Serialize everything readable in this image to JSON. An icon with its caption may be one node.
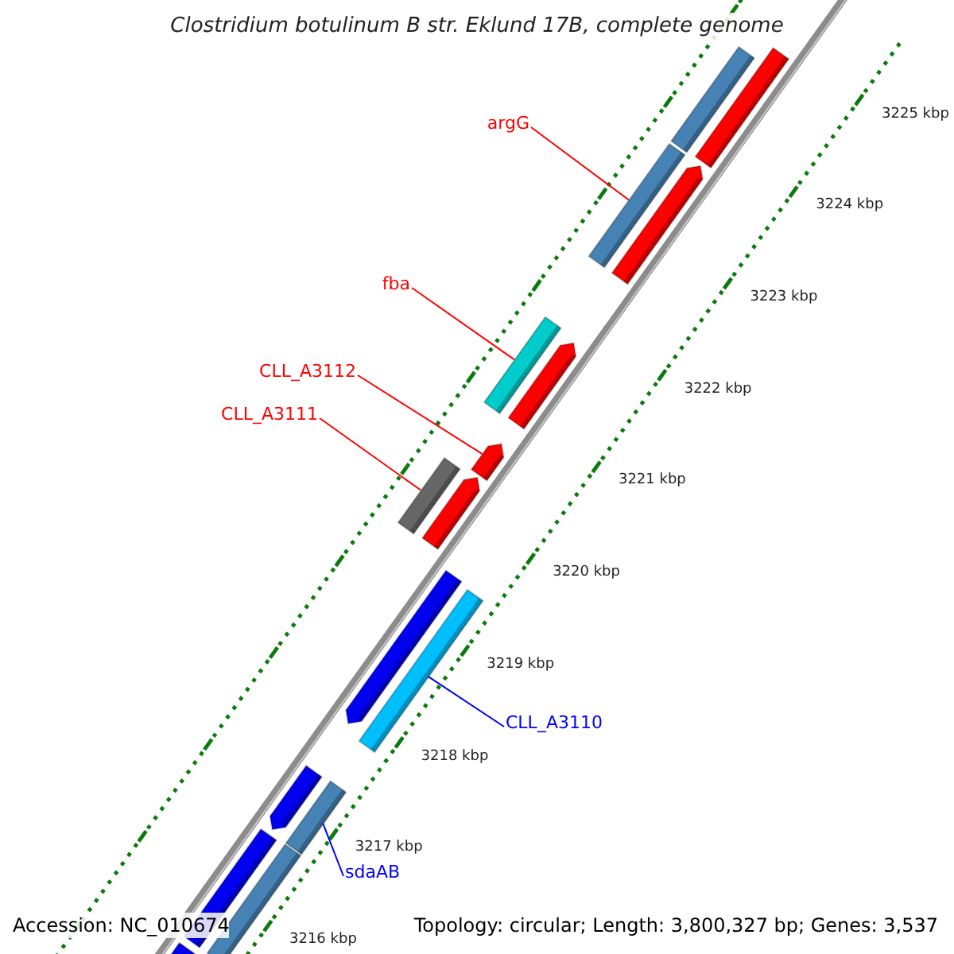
{
  "diagram": {
    "title": "Clostridium botulinum B str. Eklund 17B, complete genome",
    "nodes": [
      {
        "text": [
          "argG"
        ]
      },
      {
        "text": [],
        "shape": "bar"
      },
      {
        "text": [
          "fba"
        ]
      },
      {
        "text": [],
        "shape": "bar"
      },
      {
        "text": [
          "CLL_A3112"
        ]
      },
      {
        "text": [],
        "shape": "bar"
      },
      {
        "text": [
          "CLL_A3111"
        ]
      },
      {
        "text": [],
        "shape": "bar"
      },
      {
        "text": [
          "CLL_A3110"
        ]
      },
      {
        "text": [],
        "shape": "bar"
      },
      {
        "text": [
          "sdaAB"
        ]
      },
      {
        "text": [],
        "shape": "bar"
      },
      {
        "text": [],
        "shape": "bar"
      },
      {
        "text": [],
        "shape": "bar"
      },
      {
        "text": [],
        "shape": "bar"
      },
      {
        "text": [],
        "shape": "bar"
      },
      {
        "text": [],
        "shape": "bar"
      },
      {
        "text": [],
        "shape": "bar"
      },
      {
        "text": [],
        "shape": "bar"
      },
      {
        "text": [],
        "shape": "bar"
      },
      {
        "text": [],
        "shape": "bar"
      },
      {
        "text": [],
        "shape": "bar"
      }
    ],
    "edges": [
      {
        "from": 0,
        "to": 1,
        "arrow": "none"
      },
      {
        "from": 2,
        "to": 3,
        "arrow": "none"
      },
      {
        "from": 4,
        "to": 5,
        "arrow": "none"
      },
      {
        "from": 6,
        "to": 7,
        "arrow": "none"
      },
      {
        "from": 8,
        "to": 9,
        "arrow": "none",
        "color": "#0000ff"
      },
      {
        "from": 10,
        "to": 11,
        "arrow": "none",
        "color": "#0000ff"
      }
    ],
    "labels": [
      "3225 kbp",
      "3224 kbp",
      "3223 kbp",
      "3222 kbp",
      "3221 kbp",
      "3220 kbp",
      "3219 kbp",
      "3218 kbp",
      "3217 kbp",
      "3216 kbp",
      "Accession: NC_010674",
      "Topology: circular; Length: 3,800,327 bp; Genes: 3,537"
    ]
  }
}
